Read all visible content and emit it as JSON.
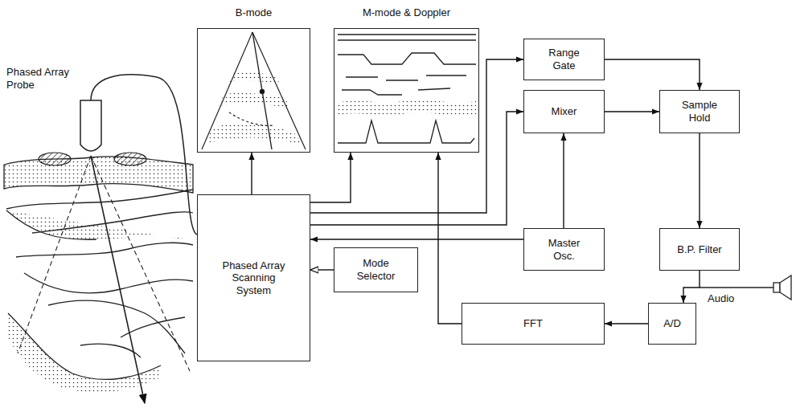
{
  "diagram": {
    "nodes": [
      {
        "text": [
          "B-mode"
        ]
      },
      {
        "text": [
          "M-mode & Doppler"
        ]
      },
      {
        "text": [
          "Range Gate"
        ]
      },
      {
        "text": [
          "Mixer"
        ]
      },
      {
        "text": [
          "Sample Hold"
        ]
      },
      {
        "text": [
          "Phased Array Scanning System"
        ]
      },
      {
        "text": [
          "Master Osc."
        ]
      },
      {
        "text": [
          "B.P. Filter"
        ]
      },
      {
        "text": [
          "Mode Selector"
        ]
      },
      {
        "text": [
          "FFT"
        ]
      },
      {
        "text": [
          "A/D"
        ]
      }
    ],
    "edges": [
      {
        "from": 5,
        "to": 0,
        "arrow": "to"
      },
      {
        "from": 5,
        "to": 1,
        "arrow": "to"
      },
      {
        "from": 5,
        "to": 2,
        "arrow": "to"
      },
      {
        "from": 5,
        "to": 3,
        "arrow": "to"
      },
      {
        "from": 6,
        "to": 5,
        "arrow": "to"
      },
      {
        "from": 6,
        "to": 3,
        "arrow": "to"
      },
      {
        "from": 3,
        "to": 4,
        "arrow": "to"
      },
      {
        "from": 2,
        "to": 4,
        "arrow": "to"
      },
      {
        "from": 4,
        "to": 7,
        "arrow": "to"
      },
      {
        "from": 7,
        "to": 10,
        "arrow": "to"
      },
      {
        "from": 10,
        "to": 9,
        "arrow": "to"
      },
      {
        "from": 9,
        "to": 1,
        "arrow": "to"
      },
      {
        "from": 8,
        "to": 5,
        "arrow": "to"
      }
    ],
    "labels": [
      "Phased Array Probe",
      "Audio"
    ]
  }
}
